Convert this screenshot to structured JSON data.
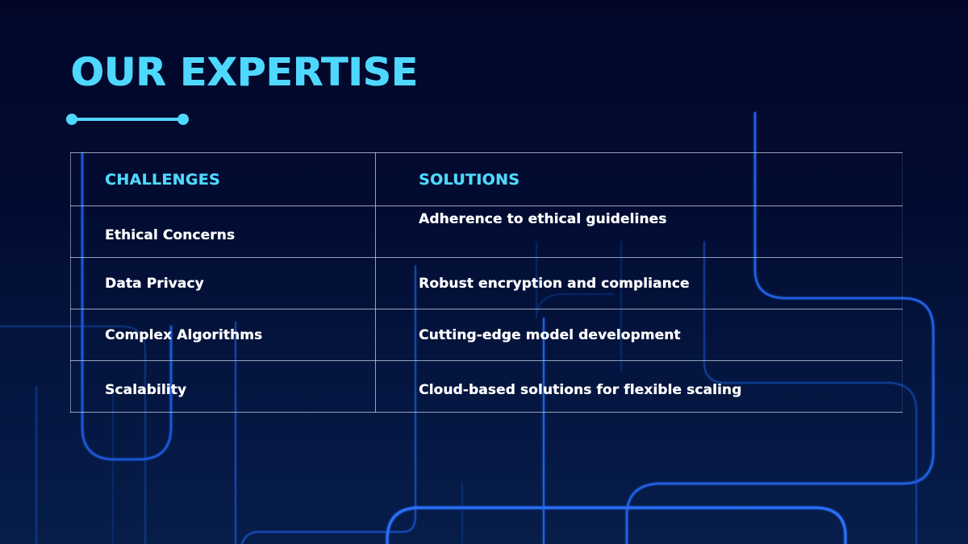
{
  "slide": {
    "title": "OUR EXPERTISE",
    "accent_color": "#4fd8ff",
    "text_color": "#ffffff",
    "background_color": "#020b30",
    "line_color": "#1f63e6"
  },
  "table": {
    "headers": {
      "challenges": "CHALLENGES",
      "solutions": "SOLUTIONS"
    },
    "rows": [
      {
        "challenge": "Ethical Concerns",
        "solution": "Adherence to ethical guidelines"
      },
      {
        "challenge": "Data Privacy",
        "solution": "Robust encryption and compliance"
      },
      {
        "challenge": "Complex Algorithms",
        "solution": "Cutting-edge model development"
      },
      {
        "challenge": "Scalability",
        "solution": "Cloud-based solutions for flexible scaling"
      }
    ]
  }
}
